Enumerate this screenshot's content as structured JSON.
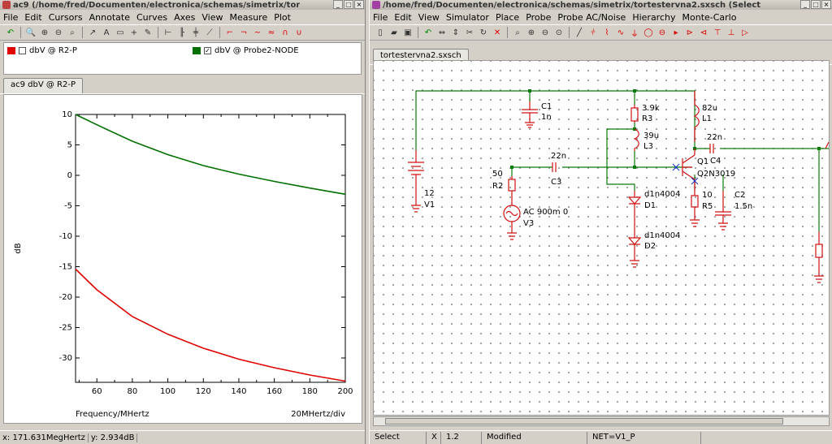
{
  "left": {
    "title": "ac9 (/home/fred/Documenten/electronica/schemas/simetrix/tor",
    "menu": [
      "File",
      "Edit",
      "Cursors",
      "Annotate",
      "Curves",
      "Axes",
      "View",
      "Measure",
      "Plot"
    ],
    "legend": [
      {
        "label": "dbV @ R2-P",
        "color": "#e00000",
        "checked": false
      },
      {
        "label": "dbV @ Probe2-NODE",
        "color": "#007000",
        "checked": true
      }
    ],
    "tab": "ac9 dbV @ R2-P",
    "status": {
      "x": "x: 171.631MegHertz",
      "y": "y: 2.934dB"
    }
  },
  "right": {
    "title": "/home/fred/Documenten/electronica/schemas/simetrix/tortestervna2.sxsch (Select",
    "menu": [
      "File",
      "Edit",
      "View",
      "Simulator",
      "Place",
      "Probe",
      "Probe AC/Noise",
      "Hierarchy",
      "Monte-Carlo"
    ],
    "tab": "tortestervna2.sxsch",
    "status": [
      "Select",
      "X",
      "1.2",
      "Modified",
      "NET=V1_P"
    ],
    "components": {
      "c1_name": "C1",
      "c1_val": "1n",
      "r3_val": "3.9k",
      "r3_name": "R3",
      "l3_val": "39u",
      "l3_name": "L3",
      "l1_val": "82u",
      "l1_name": "L1",
      "c4_val": "22n",
      "c4_name": "C4",
      "c3_val": "22n",
      "c3_name": "C3",
      "q1_name": "Q1",
      "q1_model": "Q2N3019",
      "r2_val": "50",
      "r2_name": "R2",
      "v1_val": "12",
      "v1_name": "V1",
      "v3_val": "AC 900m 0",
      "v3_name": "V3",
      "d1_model": "d1n4004",
      "d1_name": "D1",
      "d2_model": "d1n4004",
      "d2_name": "D2",
      "r5_val": "10",
      "r5_name": "R5",
      "c2_name": "C2",
      "c2_val": "1.5n"
    }
  },
  "chart_data": {
    "type": "line",
    "title": "",
    "xlabel": "Frequency/MHertz",
    "xlabel_right": "20MHertz/div",
    "ylabel": "dB",
    "xlim": [
      48,
      200
    ],
    "ylim": [
      -34,
      10
    ],
    "xticks": [
      60,
      80,
      100,
      120,
      140,
      160,
      180,
      200
    ],
    "yticks": [
      10,
      5,
      0,
      -5,
      -10,
      -15,
      -20,
      -25,
      -30
    ],
    "series": [
      {
        "name": "dbV @ Probe2-NODE",
        "color": "#007000",
        "x": [
          48,
          60,
          80,
          100,
          120,
          140,
          160,
          180,
          200
        ],
        "y": [
          10,
          8.3,
          5.6,
          3.4,
          1.6,
          0.2,
          -1.0,
          -2.1,
          -3.1
        ]
      },
      {
        "name": "dbV @ R2-P",
        "color": "#e00000",
        "x": [
          48,
          60,
          80,
          100,
          120,
          140,
          160,
          180,
          200
        ],
        "y": [
          -15.4,
          -18.8,
          -23.2,
          -26.1,
          -28.4,
          -30.2,
          -31.6,
          -32.8,
          -33.8
        ]
      }
    ]
  }
}
